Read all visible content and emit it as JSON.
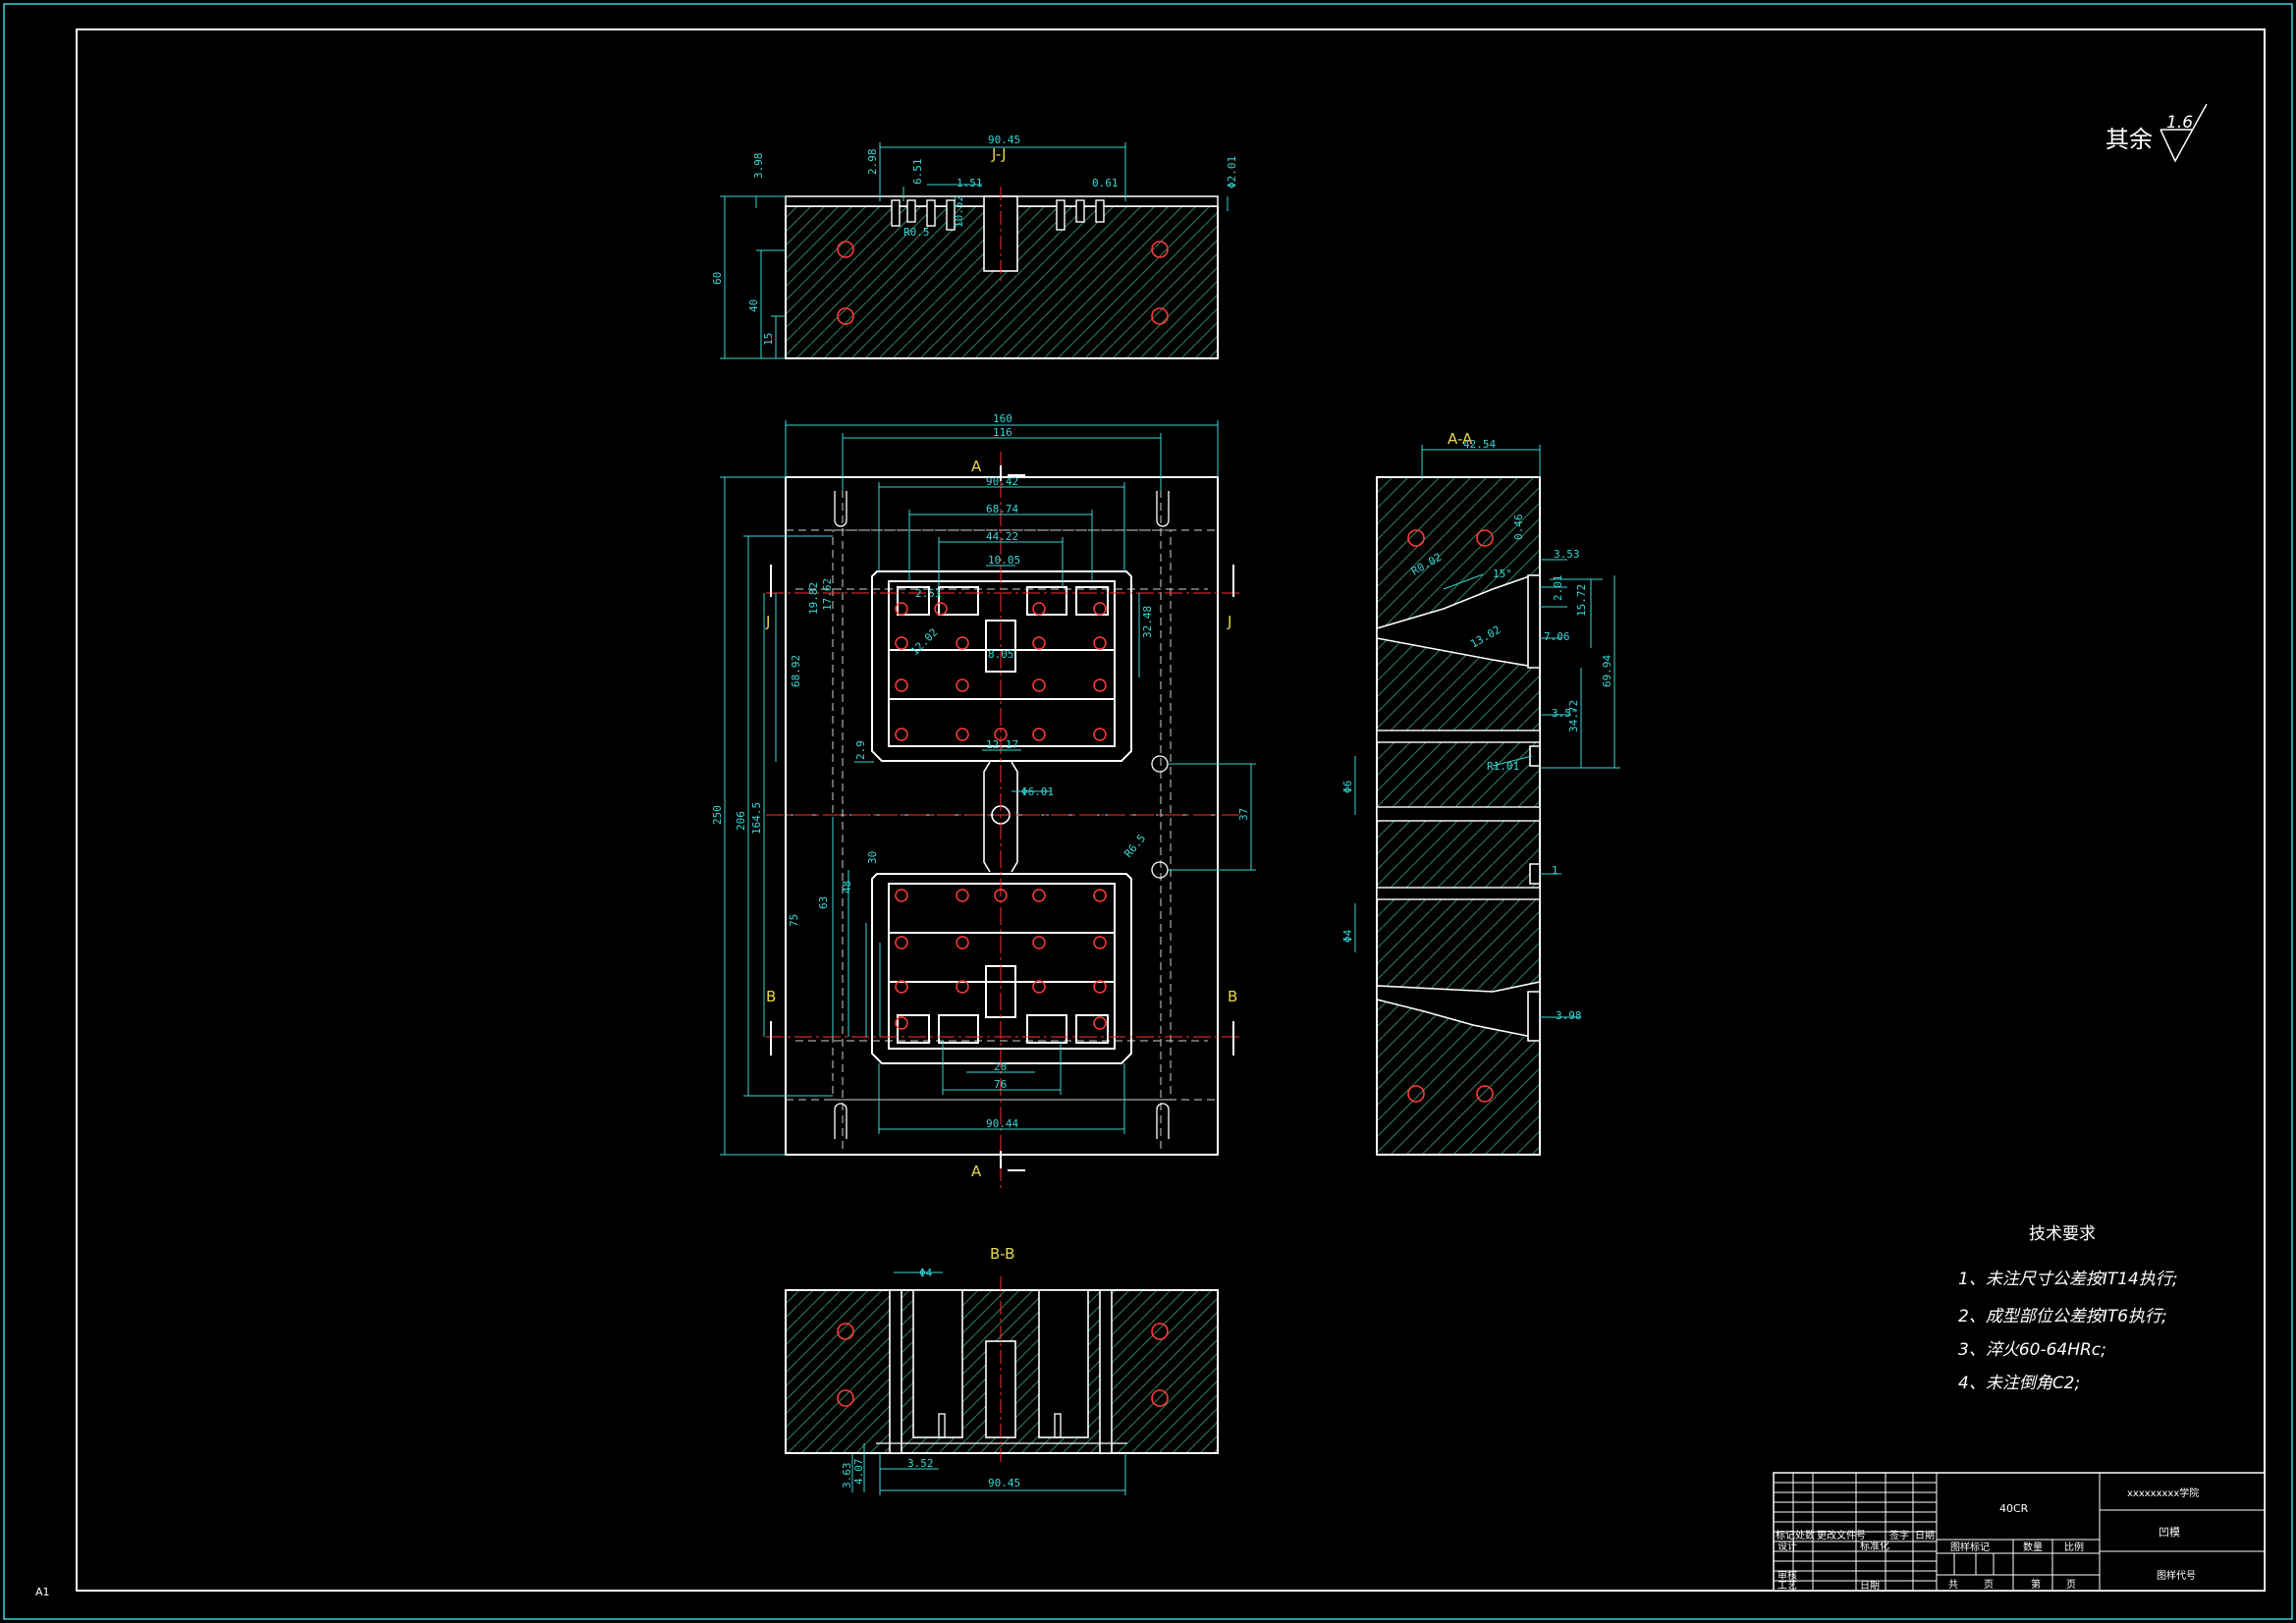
{
  "sheet": {
    "size_label": "A1",
    "roughness_prefix": "其余",
    "roughness_value": "1.6"
  },
  "views": {
    "jj": {
      "title": "J-J",
      "dims": [
        "90.45",
        "3.98",
        "2.98",
        "6.51",
        "1.51",
        "0.61",
        "R0.5",
        "10.52",
        "Φ2.01",
        "60",
        "40",
        "15"
      ]
    },
    "plan": {
      "section_a": "A",
      "section_b": "B",
      "section_j": "J",
      "dims": [
        "160",
        "116",
        "90.42",
        "68.74",
        "44.22",
        "10.05",
        "2.51",
        "19.82",
        "17.62",
        "12.02",
        "32.48",
        "8.05",
        "68.92",
        "250",
        "206",
        "164.5",
        "2.9",
        "12.17",
        "Φ6.01",
        "37",
        "R6.5",
        "30",
        "48",
        "63",
        "75",
        "28",
        "76",
        "90.44"
      ]
    },
    "aa": {
      "title": "A-A",
      "dims": [
        "42.54",
        "0.46",
        "3.53",
        "2.01",
        "15.72",
        "R0.02",
        "15°",
        "13.02",
        "7.06",
        "69.94",
        "34.72",
        "3.5°",
        "R1.01",
        "Φ6",
        "Φ4",
        "1",
        "3.98"
      ]
    },
    "bb": {
      "title": "B-B",
      "dims": [
        "Φ4",
        "3.52",
        "90.45",
        "3.63",
        "4.07"
      ]
    }
  },
  "tech_requirements": {
    "title": "技术要求",
    "items": [
      "1、未注尺寸公差按IT14执行;",
      "2、成型部位公差按IT6执行;",
      "3、淬火60-64HRc;",
      "4、未注倒角C2;"
    ]
  },
  "title_block": {
    "material": "40CR",
    "school": "xxxxxxxxx学院",
    "part_name": "凹模",
    "drawing_no": "图样代号",
    "header_cells": [
      "标记",
      "处数",
      "更改文件号",
      "签字",
      "日期"
    ],
    "row_labels": [
      "设计",
      "标准化",
      "审核",
      "工艺",
      "日期"
    ],
    "mid_labels": [
      "图样标记",
      "数量",
      "比例"
    ],
    "bottom_labels": [
      "共",
      "页",
      "第",
      "页"
    ]
  },
  "colors": {
    "frame": "#3ad6d6",
    "outline": "#ffffff",
    "dim": "#3ad6d6",
    "center": "#ff3030",
    "label": "#e8d84a",
    "hatch": "#2e7d5a",
    "hidden": "#d0d0d0",
    "accent_green": "#2ecc40"
  }
}
